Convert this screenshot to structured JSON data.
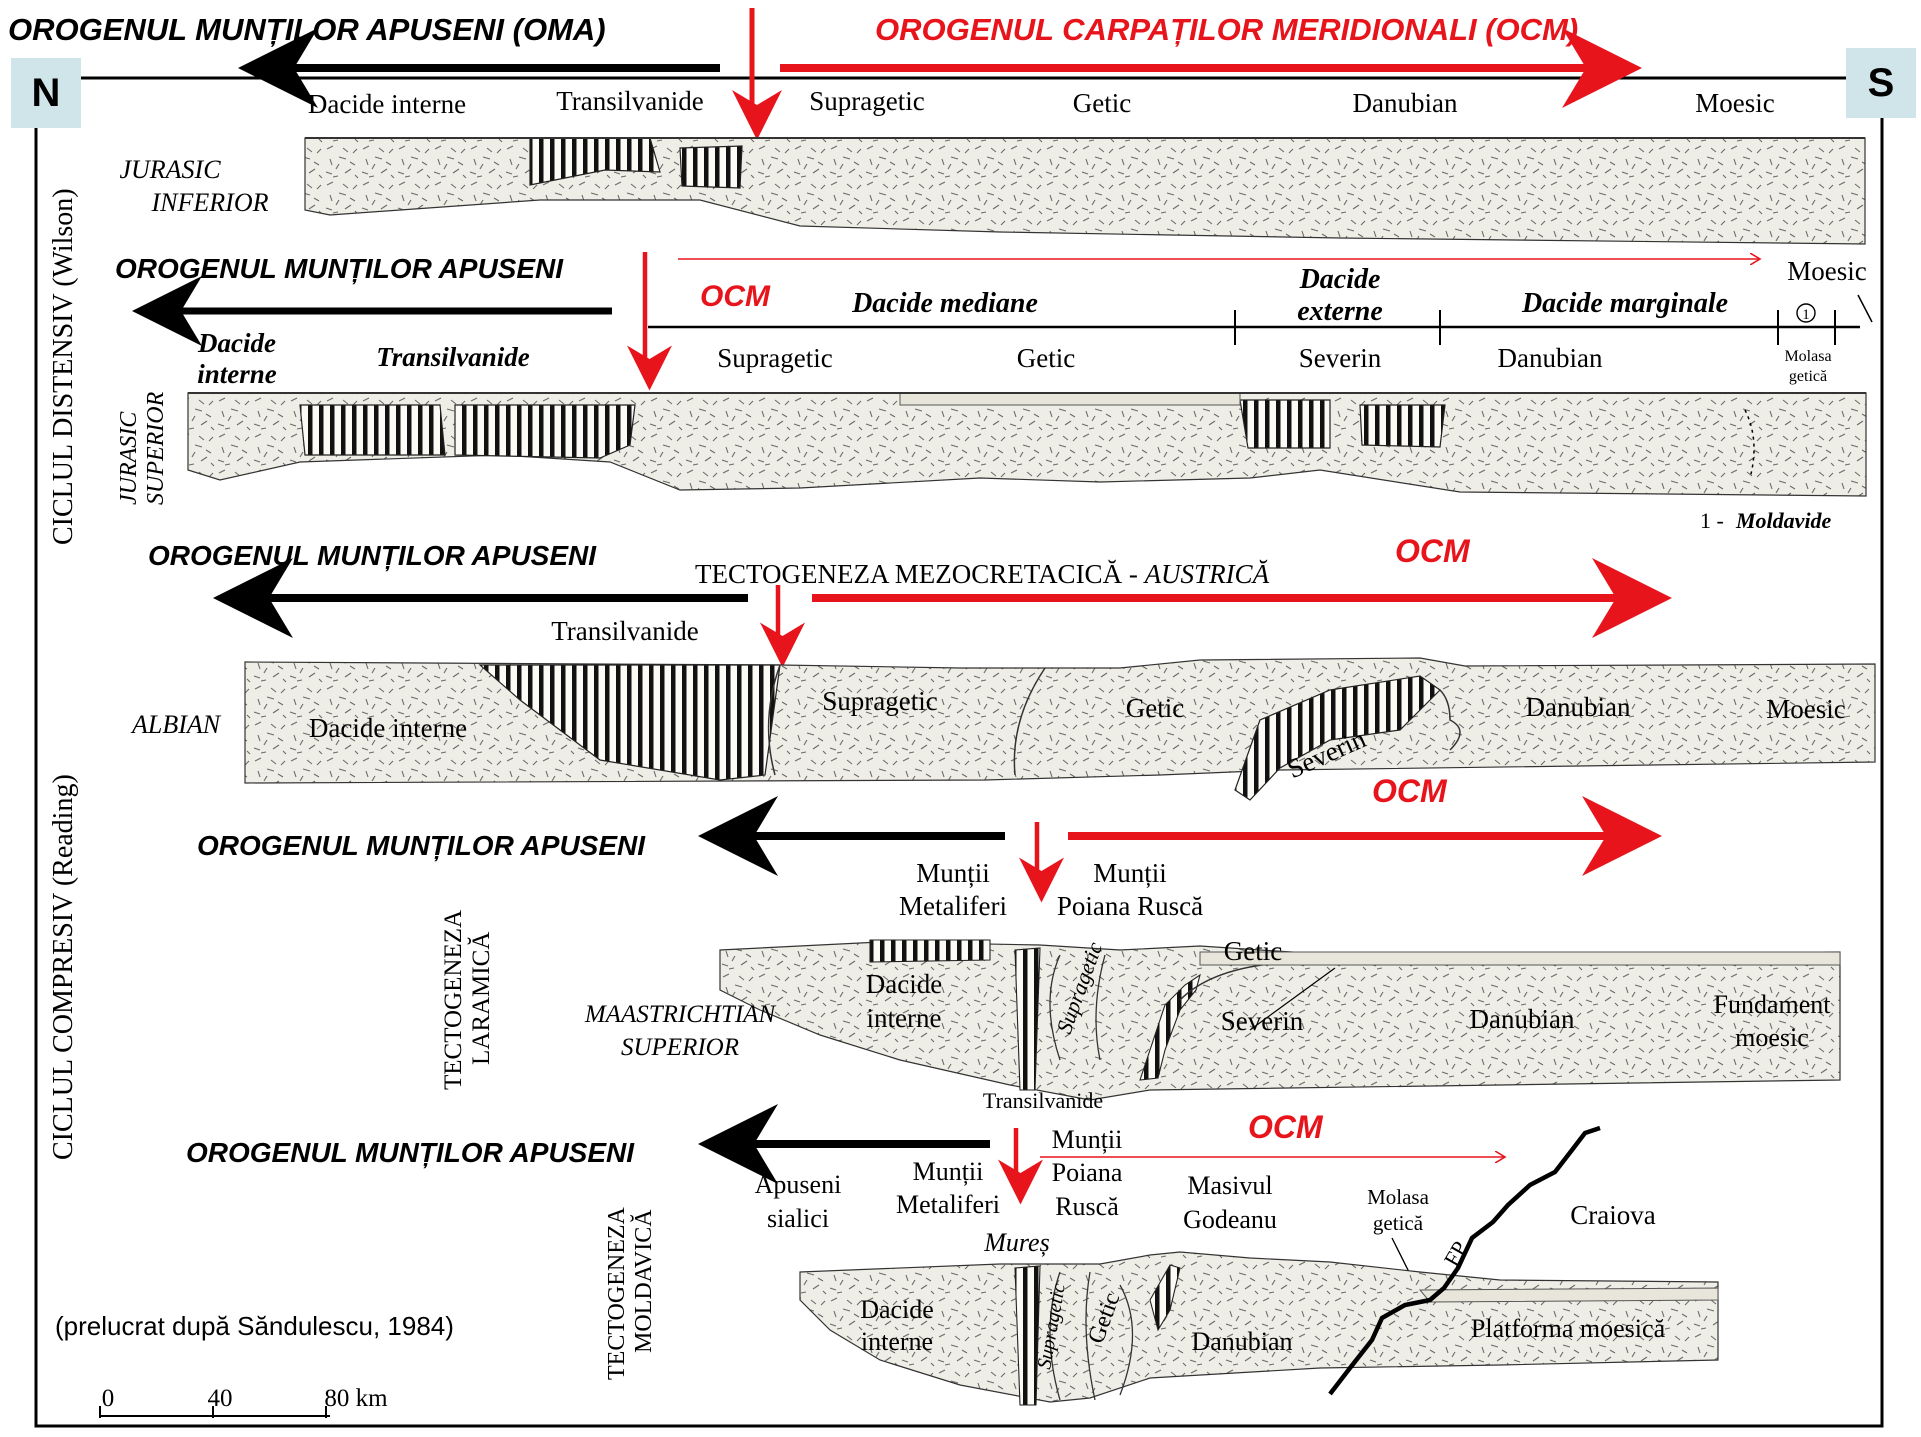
{
  "header": {
    "oma_title": "OROGENUL MUNȚILOR APUSENI (OMA)",
    "ocm_title": "OROGENUL CARPAȚILOR MERIDIONALI (OCM)",
    "north": "N",
    "south": "S"
  },
  "side_labels": {
    "distensiv": "CICLUL DISTENSIV (Wilson)",
    "compresiv": "CICLUL COMPRESIV (Reading)"
  },
  "colors": {
    "red": "#e8141b",
    "black": "#000000",
    "rock_fill": "#efeee6",
    "badge": "#cfe5ea"
  },
  "panel1": {
    "age_line1": "JURASIC",
    "age_line2": "INFERIOR",
    "units": [
      "Dacide interne",
      "Transilvanide",
      "Supragetic",
      "Getic",
      "Danubian",
      "Moesic"
    ]
  },
  "panel2": {
    "oma": "OROGENUL MUNȚILOR APUSENI",
    "ocm": "OCM",
    "age_line1": "JURASIC",
    "age_line2": "SUPERIOR",
    "dacide_mediane": "Dacide mediane",
    "dacide_externe_1": "Dacide",
    "dacide_externe_2": "externe",
    "dacide_marginale": "Dacide marginale",
    "moesic": "Moesic",
    "circle_num": "1",
    "dacide_interne_1": "Dacide",
    "dacide_interne_2": "interne",
    "transilvanide": "Transilvanide",
    "supragetic": "Supragetic",
    "getic": "Getic",
    "severin": "Severin",
    "danubian": "Danubian",
    "molasa_1": "Molasa",
    "molasa_2": "getică",
    "footnote_num": "1 - ",
    "footnote_text": "Moldavide"
  },
  "panel3": {
    "oma": "OROGENUL MUNȚILOR APUSENI",
    "tecto_prefix": "TECTOGENEZA MEZOCRETACICĂ - ",
    "tecto_suffix": "AUSTRICĂ",
    "ocm": "OCM",
    "transilvanide": "Transilvanide",
    "age": "ALBIAN",
    "dacide_interne": "Dacide interne",
    "supragetic": "Supragetic",
    "getic": "Getic",
    "severin": "Severin",
    "danubian": "Danubian",
    "moesic": "Moesic"
  },
  "panel4": {
    "ocm": "OCM",
    "oma": "OROGENUL MUNȚILOR APUSENI",
    "metaliferi_1": "Munții",
    "metaliferi_2": "Metaliferi",
    "poiana_1": "Munții",
    "poiana_2": "Poiana Ruscă",
    "tecto_1": "TECTOGENEZA",
    "tecto_2": "LARAMICĂ",
    "getic": "Getic",
    "dacide_1": "Dacide",
    "dacide_2": "interne",
    "supragetic": "Supragetic",
    "age_1": "MAASTRICHTIAN",
    "age_2": "SUPERIOR",
    "severin": "Severin",
    "danubian": "Danubian",
    "fundament_1": "Fundament",
    "fundament_2": "moesic",
    "transilvanide": "Transilvanide"
  },
  "panel5": {
    "oma": "OROGENUL MUNȚILOR APUSENI",
    "ocm": "OCM",
    "poiana_1": "Munții",
    "poiana_2": "Poiana",
    "poiana_3": "Ruscă",
    "metaliferi_1": "Munții",
    "metaliferi_2": "Metaliferi",
    "apuseni_1": "Apuseni",
    "apuseni_2": "sialici",
    "masivul_1": "Masivul",
    "masivul_2": "Godeanu",
    "molasa_1": "Molasa",
    "molasa_2": "getică",
    "craiova": "Craiova",
    "fp": "FP",
    "mures": "Mureș",
    "tecto_1": "TECTOGENEZA",
    "tecto_2": "MOLDAVICĂ",
    "dacide_1": "Dacide",
    "dacide_2": "interne",
    "supragetic": "Supragetic",
    "getic": "Getic",
    "danubian": "Danubian",
    "platforma": "Platforma moesică"
  },
  "footer": {
    "credit": "(prelucrat după Săndulescu, 1984)",
    "scale_0": "0",
    "scale_40": "40",
    "scale_80": "80 km"
  }
}
